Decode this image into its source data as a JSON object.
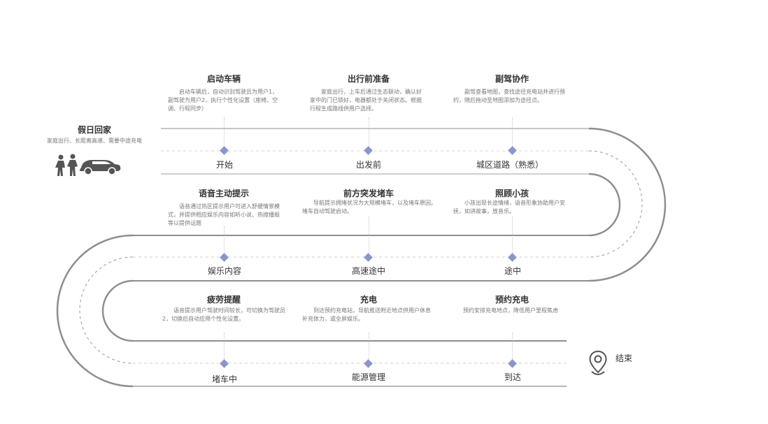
{
  "intro": {
    "title": "假日回家",
    "desc": "家庭出行、长距离高速、需要中途充电"
  },
  "end_label": "结束",
  "stages": [
    {
      "title": "启动车辆",
      "desc": "启动车辆后，自动识别驾驶员为用户1，副驾驶为用户2，执行个性化设置（座椅、空调、行程同步）",
      "label": "开始"
    },
    {
      "title": "出行前准备",
      "desc": "家庭出行，上车后通过生态联动，确认好家中的门已锁好，电器都处于关闭状态。根据行程生成路线供用户选择。",
      "label": "出发前"
    },
    {
      "title": "副驾协作",
      "desc": "副驾查看地图，查找途径充电站并进行预约，随后拖动至地图添加为途径点。",
      "label": "城区道路（熟悉）"
    },
    {
      "title": "语音主动提示",
      "desc": "语音通过热区提示用户可进入舒缓情景模式，并提供相应娱乐内容如听小说、热搜播报等以提供话题",
      "label": "娱乐内容"
    },
    {
      "title": "前方突发堵车",
      "desc": "导航提示拥堵状况为大规模堵车，以及堵车原因。堵车自动驾驶启动。",
      "label": "高速途中"
    },
    {
      "title": "照顾小孩",
      "desc": "小孩出现长途情绪，语音形象协助用户安抚，如讲故事，放音乐。",
      "label": "途中"
    },
    {
      "title": "疲劳提醒",
      "desc": "语音提示用户驾驶时间较长，可切换为驾驶员2，切换后自动应用个性化设置。",
      "label": "堵车中"
    },
    {
      "title": "充电",
      "desc": "到达预约充电站，导航推送附近地点供用户休息补充体力，或全屏娱乐。",
      "label": "能源管理"
    },
    {
      "title": "预约充电",
      "desc": "预约安排充电地点，降低用户里程焦虑",
      "label": "到达"
    }
  ]
}
